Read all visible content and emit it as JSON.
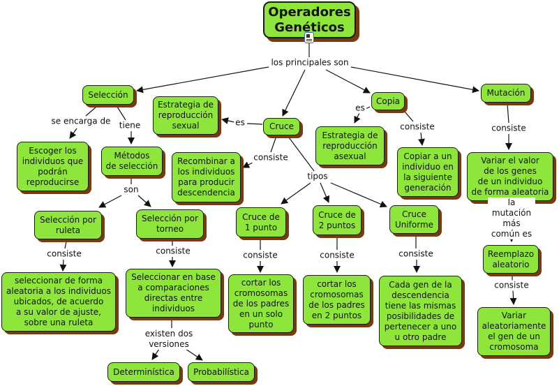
{
  "title": "Operadores Genéticos",
  "nodes": {
    "root": "Operadores\nGenéticos",
    "seleccion": "Selección",
    "escoger": "Escoger los\nindividuos que\npodrán\nreproducirse",
    "metodos": "Métodos\nde selección",
    "ruleta": "Selección por\nruleta",
    "ruleta_desc": "seleccionar de forma\naleatoria a los individuos\nubicados, de acuerdo\na su valor de ajuste,\nsobre una ruleta",
    "torneo": "Selección por\ntorneo",
    "torneo_desc": "Seleccionar en base\na comparaciones\ndirectas entre\nindividuos",
    "deterministica": "Determinística",
    "probabilistica": "Probabilística",
    "estrategia_sexual": "Estrategia de\nreproducción\nsexual",
    "cruce": "Cruce",
    "recombinar": "Recombinar a\nlos individuos\npara producir\ndescendencia",
    "cruce1": "Cruce de\n1 punto",
    "cruce1_desc": "cortar los\ncromosomas\nde los padres\nen un solo\npunto",
    "cruce2": "Cruce de\n2 puntos",
    "cruce2_desc": "cortar los\ncromosomas\nde los padres\nen 2 puntos",
    "uniforme": "Cruce\nUniforme",
    "uniforme_desc": "Cada gen de la\ndescendencia\ntiene las mismas\nposibilidades de\npertenecer a uno\nu otro padre",
    "copia": "Copia",
    "estrategia_asexual": "Estrategia de\nreproducción\nasexual",
    "copiar": "Copiar a un\nindividuo en\nla siguiente\ngeneración",
    "mutacion": "Mutación",
    "variar": "Variar el valor\nde los genes\nde un individuo\nde forma aleatoria",
    "reemplazo": "Reemplazo\naleatorio",
    "variar_gen": "Variar\naleatoriamente\nel gen de un\ncromosoma"
  },
  "links": {
    "principales": "los principales son",
    "se_encarga": "se encarga de",
    "tiene": "tiene",
    "son": "son",
    "consiste_ruleta": "consiste",
    "consiste_torneo": "consiste",
    "existen": "existen dos\nversiones",
    "es_cruce": "es",
    "consiste_cruce": "consiste",
    "tipos": "tipos",
    "consiste_c1": "consiste",
    "consiste_c2": "consiste",
    "consiste_cu": "consiste",
    "es_copia": "es",
    "consiste_copia": "consiste",
    "consiste_mut": "consiste",
    "mas_comun": "la mutación\nmás común es",
    "consiste_reemplazo": "consiste"
  },
  "colors": {
    "node_fill": "#8fe63a",
    "node_shadow": "#7a3a10",
    "line": "#111111"
  }
}
